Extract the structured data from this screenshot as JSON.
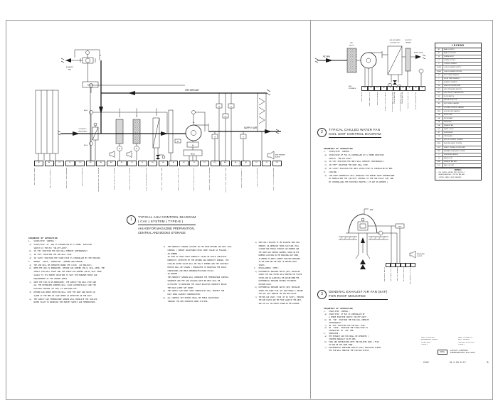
{
  "sheet": {
    "ahu": {
      "ref_no": "1",
      "title_line1": "TYPICAL AHU CONTROL DIAGRAM",
      "title_line2": "( CAV )  SYSTEM  (  TYPE-B  )",
      "subtitle_line1": "AHU-08 FOR MAGAZINE PREPARATION,",
      "subtitle_line2": "CENTRAL AND BOOKS STORAGE",
      "labels": {
        "return_air": "RETURN AIR",
        "supply_air": "SUPPLY AIR",
        "outside_air_1": "OUTSIDE /",
        "outside_air_2": "FRESH AIR",
        "exhaust_1": "EXHAUST",
        "exhaust_2": "AIR",
        "tag": "AHU-8",
        "pre_filter": "PRE FILTER",
        "bag_filter": "BAG FILTER",
        "coil": "CHW COIL",
        "fan": "SF",
        "motor": "M",
        "mcc": "MCC",
        "md_a": "MD-A",
        "md_b": "MD-B",
        "p1": "P",
        "p2": "P",
        "ts": "TS",
        "h": "H",
        "sd": "SD",
        "ai": "AI",
        "ao": "AO",
        "speaker_1": "BMS SPEAKER",
        "speaker_2": "ALARM"
      },
      "terminals": [
        "AI",
        "AI",
        "DI",
        "DI",
        "DO",
        "AI",
        "AI",
        "AO",
        "AI",
        "DI",
        "DI",
        "DO",
        "AI",
        "AI",
        "AI",
        "DI",
        "DI",
        "DO",
        "AO",
        "AI",
        "AI",
        "DI",
        "DI",
        "DO"
      ],
      "terminal_labels": [
        "RETURN AIR TEMP.",
        "RETURN AIR HUMIDITY",
        "EXHAUST AIR DAMPER",
        "FRESH AIR DAMPER",
        "SMOKE DETECTOR ALARM",
        "PRE FILTER DPS ALARM",
        "BAG FILTER DPS ALARM",
        "CHW VALVE MODULATION",
        "OFF COIL TEMPERATURE",
        "SUPPLY FAN START/STOP",
        "SUPPLY FAN RUN STATUS",
        "SUPPLY FAN TRIP ALARM",
        "SUPPLY AIR TEMPERATURE",
        "SUPPLY AIR HUMIDITY",
        "SUPPLY AIR DAMPER",
        "DUCT STATIC PRESSURE"
      ]
    },
    "fcu": {
      "ref_no": "2",
      "title_line1": "TYPICAL CHILLED WATER FAN",
      "title_line2": "COIL UNIT CONTROL DIAGRAM",
      "labels": {
        "return": "RETURN",
        "supply_air": "SUPPLY AIR",
        "pre_1": "PRE",
        "pre_2": "FILTER",
        "coil_1": "CHILLED WATER",
        "coil_2": "COOLING COIL",
        "heater_1": "ELECTRIC",
        "heater_2": "HEATER",
        "bms_1": "BMS",
        "bms_2": "INTERFACE",
        "t1": "T",
        "t2": "T"
      },
      "terminals": [
        "DI",
        "DO",
        "DI",
        "AO",
        "AI",
        "AI",
        "DO",
        "AI",
        "AI",
        "AI"
      ],
      "terminal_labels": [
        "FAN STATUS",
        "FAN START/STOP",
        "FAN TRIP ALARM",
        "2 WAY CONTROL VALVE",
        "CHILLED WATER RETURN TEMPERATURE",
        "CHILLED WATER SUPPLY TEMPERATURE",
        "HEATER CONTACTOR",
        "ROOM TEMPERATURE"
      ]
    },
    "eaf": {
      "ref_no": "3",
      "title_line1": "GENERAL EXHAUST AIR FAN (EAF)",
      "title_line2": "FOR ROOF MOUNTED",
      "labels": {
        "tag": "EAF",
        "dps": "DPS",
        "alarm_1": "BMS ALARM",
        "alarm_2": "OUTPUT"
      },
      "terminals": [
        "",
        "",
        "",
        "",
        "",
        ""
      ],
      "terminal_labels": [
        "EAF RUN STATUS",
        "EAF START/STOP",
        "EAF TRIP ALARM",
        "DPS RUN STATUS",
        "BMS ALARM OUTPUT"
      ]
    },
    "seq_ahu_col1": {
      "heading": "SEQUENCE OF OPERATION",
      "lines": [
        "1.   START/STOP  CONTROL :",
        "",
        " a)  START/STOP  OF  AHU IS CONTROLLED BY A THREE  POSITION",
        "     SWITCH AT THE MCC \"ON-OFF-AUTO\".",
        "",
        " b)  IN \"ON\" POSITION THE AHU WILL OPERATE CONTINUOUSLY.",
        "",
        " c)  IN \"OFF\" POSITION THE AHU WILL STOP.",
        "",
        " d)  IN \"AUTO\" POSITION THE START/STOP IS CONTROLLED BY THE BMS/DDC.",
        "",
        "",
        "2.   NORMAL  (AUTO)  OPERATION  (SUMMER AND WINTER) :",
        "",
        " a)  THE AHU WILL BE OPERATED ROUND THE CLOCK  (24 HRS/DAY).",
        "",
        " b)  WHEN THE AHU IS ENERGIZED, RETURN AIR DAMPER (MD-A) WILL OPEN, THE",
        "     SUPPLY FAN WILL START AND THE FRESH AIR DAMPER (MD-B) WILL OPEN",
        "     SLOWLY TO ITS PRESET POSITION TO SUIT THE MINIMUM FRESH AIR",
        "     REQUIREMENT OF THE SERVED AREAS.",
        "",
        " c)  ONCE THE FAN IS DE-ENERGIZED, THE SUPPLY FAN WILL STOP AND",
        "     ALL THE MOTORIZED DAMPERS WILL CLOSE AUTOMATICALLY AND THE",
        "     ELECTRIC HEATER (IF ANY) IS SWITCHED OFF.",
        "",
        " d)  RETURN AIR SMOKE DETECTOR WILL STOP THE UNIT AND RAISE AN",
        "     ALARM AT THE BMS IN CASE SMOKE IS DETECTED IN THE DUCT.",
        "",
        " e)  THE SUPPLY AIR TEMPERATURE SENSOR WILL MODULATE THE CHILLED",
        "     WATER VALVE TO MAINTAIN THE PRESET SUPPLY AIR TEMPERATURE."
      ]
    },
    "seq_ahu_col2": {
      "lines": [
        " f)  THE HUMIDITY SENSOR LOCATED IN THE MAIN RETURN AIR DUCT WILL",
        "     CONTROL / PRESET ADJUSTABLE HIGH LIMIT VALUE AS FOLLOWS :",
        "",
        "  -- IN SUMMER --",
        "",
        "     IN CASE OF HIGH LIMIT HUMIDITY VALUE IN SPACE (RELATIVE",
        "     HUMIDITY) DETECTED BY THE RETURN AIR HUMIDITY SENSOR, THE",
        "     CHILLED WATER VALVE WILL BE FULLY OPENED AND THE ELECTRIC",
        "     HEATER WILL BE STAGED / MODULATED TO MAINTAIN THE SPACE",
        "     CONDITIONS (RE-HEAT DEHUMIDIFICATION CYCLE).",
        "",
        "  -- IN WINTER --",
        "",
        "     THE HUMIDITY SENSOR WILL OVERRIDE THE TEMPERATURE CONTROL",
        "     SEQUENCE AND THE CHW COOLING WITH RE-HEAT WILL BE",
        "     ACTIVATED TO MAINTAIN THE SPACE RELATIVE HUMIDITY BELOW",
        "     THE HIGH LIMIT SET POINT.",
        "",
        " g)  THE SUPPLY AIR HIGH LIMIT HUMIDISTAT WILL PROTECT THE",
        "     DUCT WORK AGAINST CONDENSATION.",
        "",
        " h)  ALL CONTROL SET POINTS SHALL BE FIELD ADJUSTABLE",
        "     THROUGH THE BMS OPERATOR WORK STATION."
      ]
    },
    "seq_ahu_col3": {
      "lines": [
        " e)  ONCE AHU-A RELATED TO THE ADJACENT AREA WILL",
        "     OPERATE, AN INTERLOCK TAKES PLACE AND (FULL",
        "     CLOSURE AND BYPASS) EXHAUST AIR DAMPERS AND",
        "     THE FRESH AIR CONTROL DAMPERS, BASED ON THE",
        "     DAMPERS LOCATION IN THE BUILDING DUCT WORK,",
        "     AS NEEDED TO KEEP A PRESET POSITIVE PRESSURE",
        "     IN THE ZONE AND THE AREA TO PREVENT DUSTY",
        "     SPACES.",
        "",
        "",
        "3.   MISCELLANEOUS  ITEMS :",
        "",
        " a)  DIFFERENTIAL PRESSURE SWITCH (DPS) INSTALLED",
        "     ACROSS THE AIR FILTERS WILL MONITOR THE FILTER",
        "     STATUS AND AN ALARM WILL BE RAISED WHEN THE",
        "     DIFFERENTIAL PRESSURE EXCEEDS THE PRESET",
        "     MAXIMUM VALUE.",
        "",
        " b)  DIFFERENTIAL PRESSURE SWITCH (DPS) INSTALLED",
        "     ACROSS THE SUPPLY FAN (SF) AND EXHAUST / RETURN",
        "     FAN (RF) WILL MONITOR THE FAN RUN STATUS.",
        "",
        " c)  THE BMS CAN START / STOP (IF IN \"AUTO\"), MONITOR",
        "     THE RUN STATUS AND THE TRIP ALARM OF THE UNIT,",
        "     AND LOG ALL THE POINTS SHOWN ON THE DIAGRAM."
      ]
    },
    "seq_fcu": {
      "heading": "SEQUENCE OF OPERATION",
      "lines": [
        "1.   START/STOP  CONTROL :",
        "",
        " a)  START/STOP OF FCU IS CONTROLLED BY A THREE POSITION",
        "     SWITCH  \"ON-OFF-AUTO\".",
        "",
        " b)  IN \"ON\" POSITION THE UNIT WILL OPERATE CONTINUOUSLY.",
        "",
        " c)  IN \"OFF\" POSITION THE UNIT WILL STOP.",
        "",
        " d)  IN \"AUTO\" POSITION THE UNIT START/STOP IS CONTROLLED BY BMS.",
        "",
        "",
        "2.   COOLING :",
        "",
        " a)  THE ROOM THERMOSTAT WILL MAINTAIN THE PRESET ROOM TEMPERATURE",
        "     BY MODULATING THE (ON-OFF) CONTROL OF THE CHW VALVE (2P) AND",
        "     BY CONTROLLING THE ELECTRIC HEATER ( IF ANY IN WINTER )."
      ]
    },
    "seq_eaf": {
      "heading": "SEQUENCE OF OPERATION",
      "lines": [
        "1.   START/STOP  CONTROL :",
        "",
        " a)  START/STOP  OF EAF IS CONTROLLED BY",
        "     A THREE POSITION SWITCH \"ON-OFF-AUTO\".",
        "",
        " b)  IN  \"ON\"  POSITION THE FAN WILL OPERATE",
        "     CONTINUOUSLY.",
        "",
        " c)  IN \"OFF\" POSITION THE FAN WILL STOP.",
        "",
        " d)  IN  \"AUTO\"  POSITION THE START/STOP IS",
        "     CONTROLLED  BY  THE  BMS.",
        "",
        "2.   OPERATION :",
        "",
        " a)  THE EXHAUST AIR FAN SHALL BE OPERATED /",
        "     STOPPED MANUALLY OR BY BMS.",
        "",
        " b)  FANS ARE INTERLOCKED WITH THE RELATED AHUS / FCUS",
        "     TO RUN ON THE SAME ZONE.",
        "",
        " c)  DIFFERENTIAL PRESSURE SWITCH (DPS) INSTALLED ACROSS",
        "     THE FAN WILL MONITOR THE FAN RUN STATUS."
      ]
    },
    "legend": {
      "title": "LEGEND",
      "rows": [
        [
          "AI",
          "ANALOG INPUT"
        ],
        [
          "AO",
          "ANALOG OUTPUT"
        ],
        [
          "DI",
          "DIGITAL INPUT"
        ],
        [
          "DO",
          "DIGITAL OUTPUT"
        ],
        [
          "C",
          "CONTROL WIRING"
        ],
        [
          "CHWS",
          "CHILLED WATER SUPPLY"
        ],
        [
          "CHWR",
          "CHILLED WATER RETURN"
        ],
        [
          "T/S",
          "DUCT TEMP. SENSOR"
        ],
        [
          "T",
          "ROOM TEMP. SENSOR"
        ],
        [
          "H",
          "HUMIDITY SENSOR"
        ],
        [
          "HH",
          "HIGH LIMIT HUMIDISTAT"
        ],
        [
          "DPS",
          "DIFF. PRESSURE SWITCH"
        ],
        [
          "DPT",
          "DIFF. PRESS. TRANSMITTER"
        ],
        [
          "FS",
          "FLOW SWITCH"
        ],
        [
          "SD",
          "SMOKE DETECTOR"
        ],
        [
          "MD",
          "MOTORIZED DAMPER"
        ],
        [
          "VCD",
          "VOLUME CONTROL DAMPER"
        ],
        [
          "NRD",
          "NON RETURN DAMPER"
        ],
        [
          "SA",
          "SUPPLY AIR"
        ],
        [
          "RA",
          "RETURN AIR"
        ],
        [
          "FA",
          "FRESH AIR"
        ],
        [
          "EA",
          "EXHAUST AIR"
        ],
        [
          "S/S",
          "START / STOP"
        ],
        [
          "ST",
          "RUN STATUS"
        ],
        [
          "TR",
          "TRIP ALARM"
        ],
        [
          "MCC",
          "MOTOR CONTROL CENTER"
        ],
        [
          "BMS",
          "BUILDING MGMT. SYSTEM"
        ],
        [
          "DDC",
          "DIRECT DIGITAL CONTROLLER"
        ],
        [
          "VFD",
          "VARIABLE FREQUENCY DRIVE"
        ],
        [
          "P",
          "PRESSURE SENSOR"
        ],
        [
          "M",
          "FAN MOTOR"
        ],
        [
          "EAF",
          "EXHAUST AIR FAN"
        ],
        [
          "FCU",
          "FAN COIL UNIT"
        ]
      ],
      "notes_title": "NOTES :",
      "notes": [
        "-- THE CONTROL WIRING MUST BE FULLY",
        "   SHOWN ESSENTIALLY IN THE BMS AND",
        "   CONTROL PANELS SHOP DRAWINGS."
      ]
    },
    "titleblock": {
      "left_lines": [
        "MAIN  CONSULTANT",
        "ENGINEERING  DESIGN",
        "DEPARTMENT",
        "( S E A L )"
      ],
      "right_lines": [
        "MAIN  CONTRACTOR",
        "M.E.P.  DIVISION",
        "CHECKED / APPROVED",
        "( S E A L )"
      ],
      "stamp": "DWG",
      "title_line1": "LAYOUT   -   CONTROL",
      "title_line2": "DIAGRAMS   AHU / FCU / EAF",
      "footer_left": "CAD",
      "footer_mid": "M-4  49-0-07",
      "footer_right": "B"
    }
  }
}
